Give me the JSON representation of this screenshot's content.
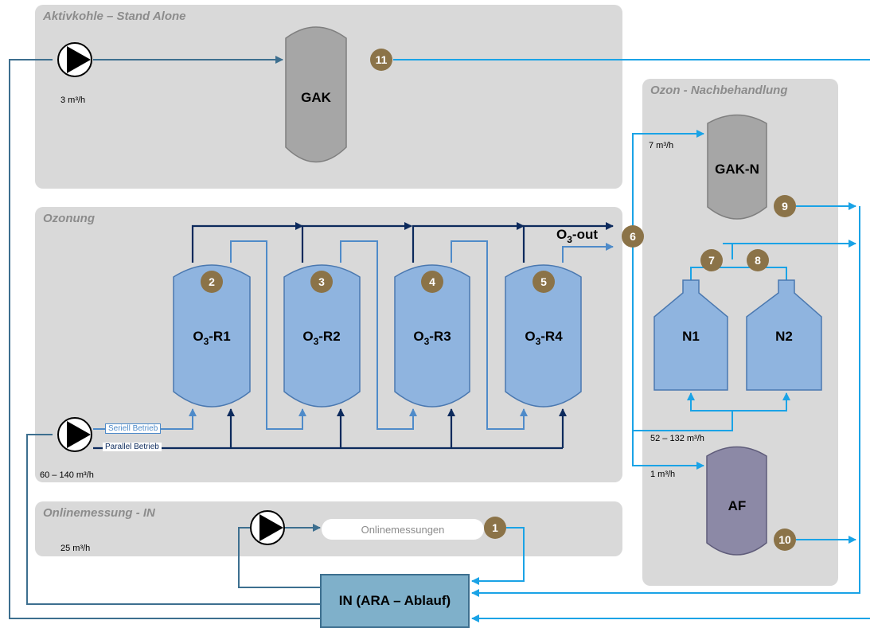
{
  "panels": {
    "aktivkohle": "Aktivkohle – Stand Alone",
    "ozonung": "Ozonung",
    "online": "Onlinemessung - IN",
    "nachbehandlung": "Ozon - Nachbehandlung"
  },
  "vessels": {
    "gak": "GAK",
    "gakn": "GAK-N",
    "af": "AF",
    "n1": "N1",
    "n2": "N2",
    "r1_pre": "O",
    "r1_sub": "3",
    "r1_post": "-R1",
    "r2_pre": "O",
    "r2_sub": "3",
    "r2_post": "-R2",
    "r3_pre": "O",
    "r3_sub": "3",
    "r3_post": "-R3",
    "r4_pre": "O",
    "r4_sub": "3",
    "r4_post": "-R4",
    "out_pre": "O",
    "out_sub": "3",
    "out_post": "-out"
  },
  "badges": {
    "b1": "1",
    "b2": "2",
    "b3": "3",
    "b4": "4",
    "b5": "5",
    "b6": "6",
    "b7": "7",
    "b8": "8",
    "b9": "9",
    "b10": "10",
    "b11": "11"
  },
  "flows": {
    "gak_flow": "3 m³/h",
    "ozon_flow": "60 – 140 m³/h",
    "online_flow": "25 m³/h",
    "gakn_flow": "7 m³/h",
    "n_flow": "52 – 132 m³/h",
    "af_flow": "1 m³/h"
  },
  "modes": {
    "seriell": "Seriell Betrieb",
    "parallel": "Parallel Betrieb"
  },
  "boxes": {
    "online": "Onlinemessungen",
    "in": "IN (ARA – Ablauf)"
  },
  "colors": {
    "panel": "#d9d9d9",
    "vessel_blue": "#8fb4df",
    "vessel_gray": "#a6a6a6",
    "vessel_purple": "#8c89a6",
    "badge": "#8b7348",
    "line_cyan": "#1aa3e6",
    "line_dark": "#0c2a5c",
    "line_mid": "#4f8bc9",
    "line_steel": "#3d6f8f"
  }
}
